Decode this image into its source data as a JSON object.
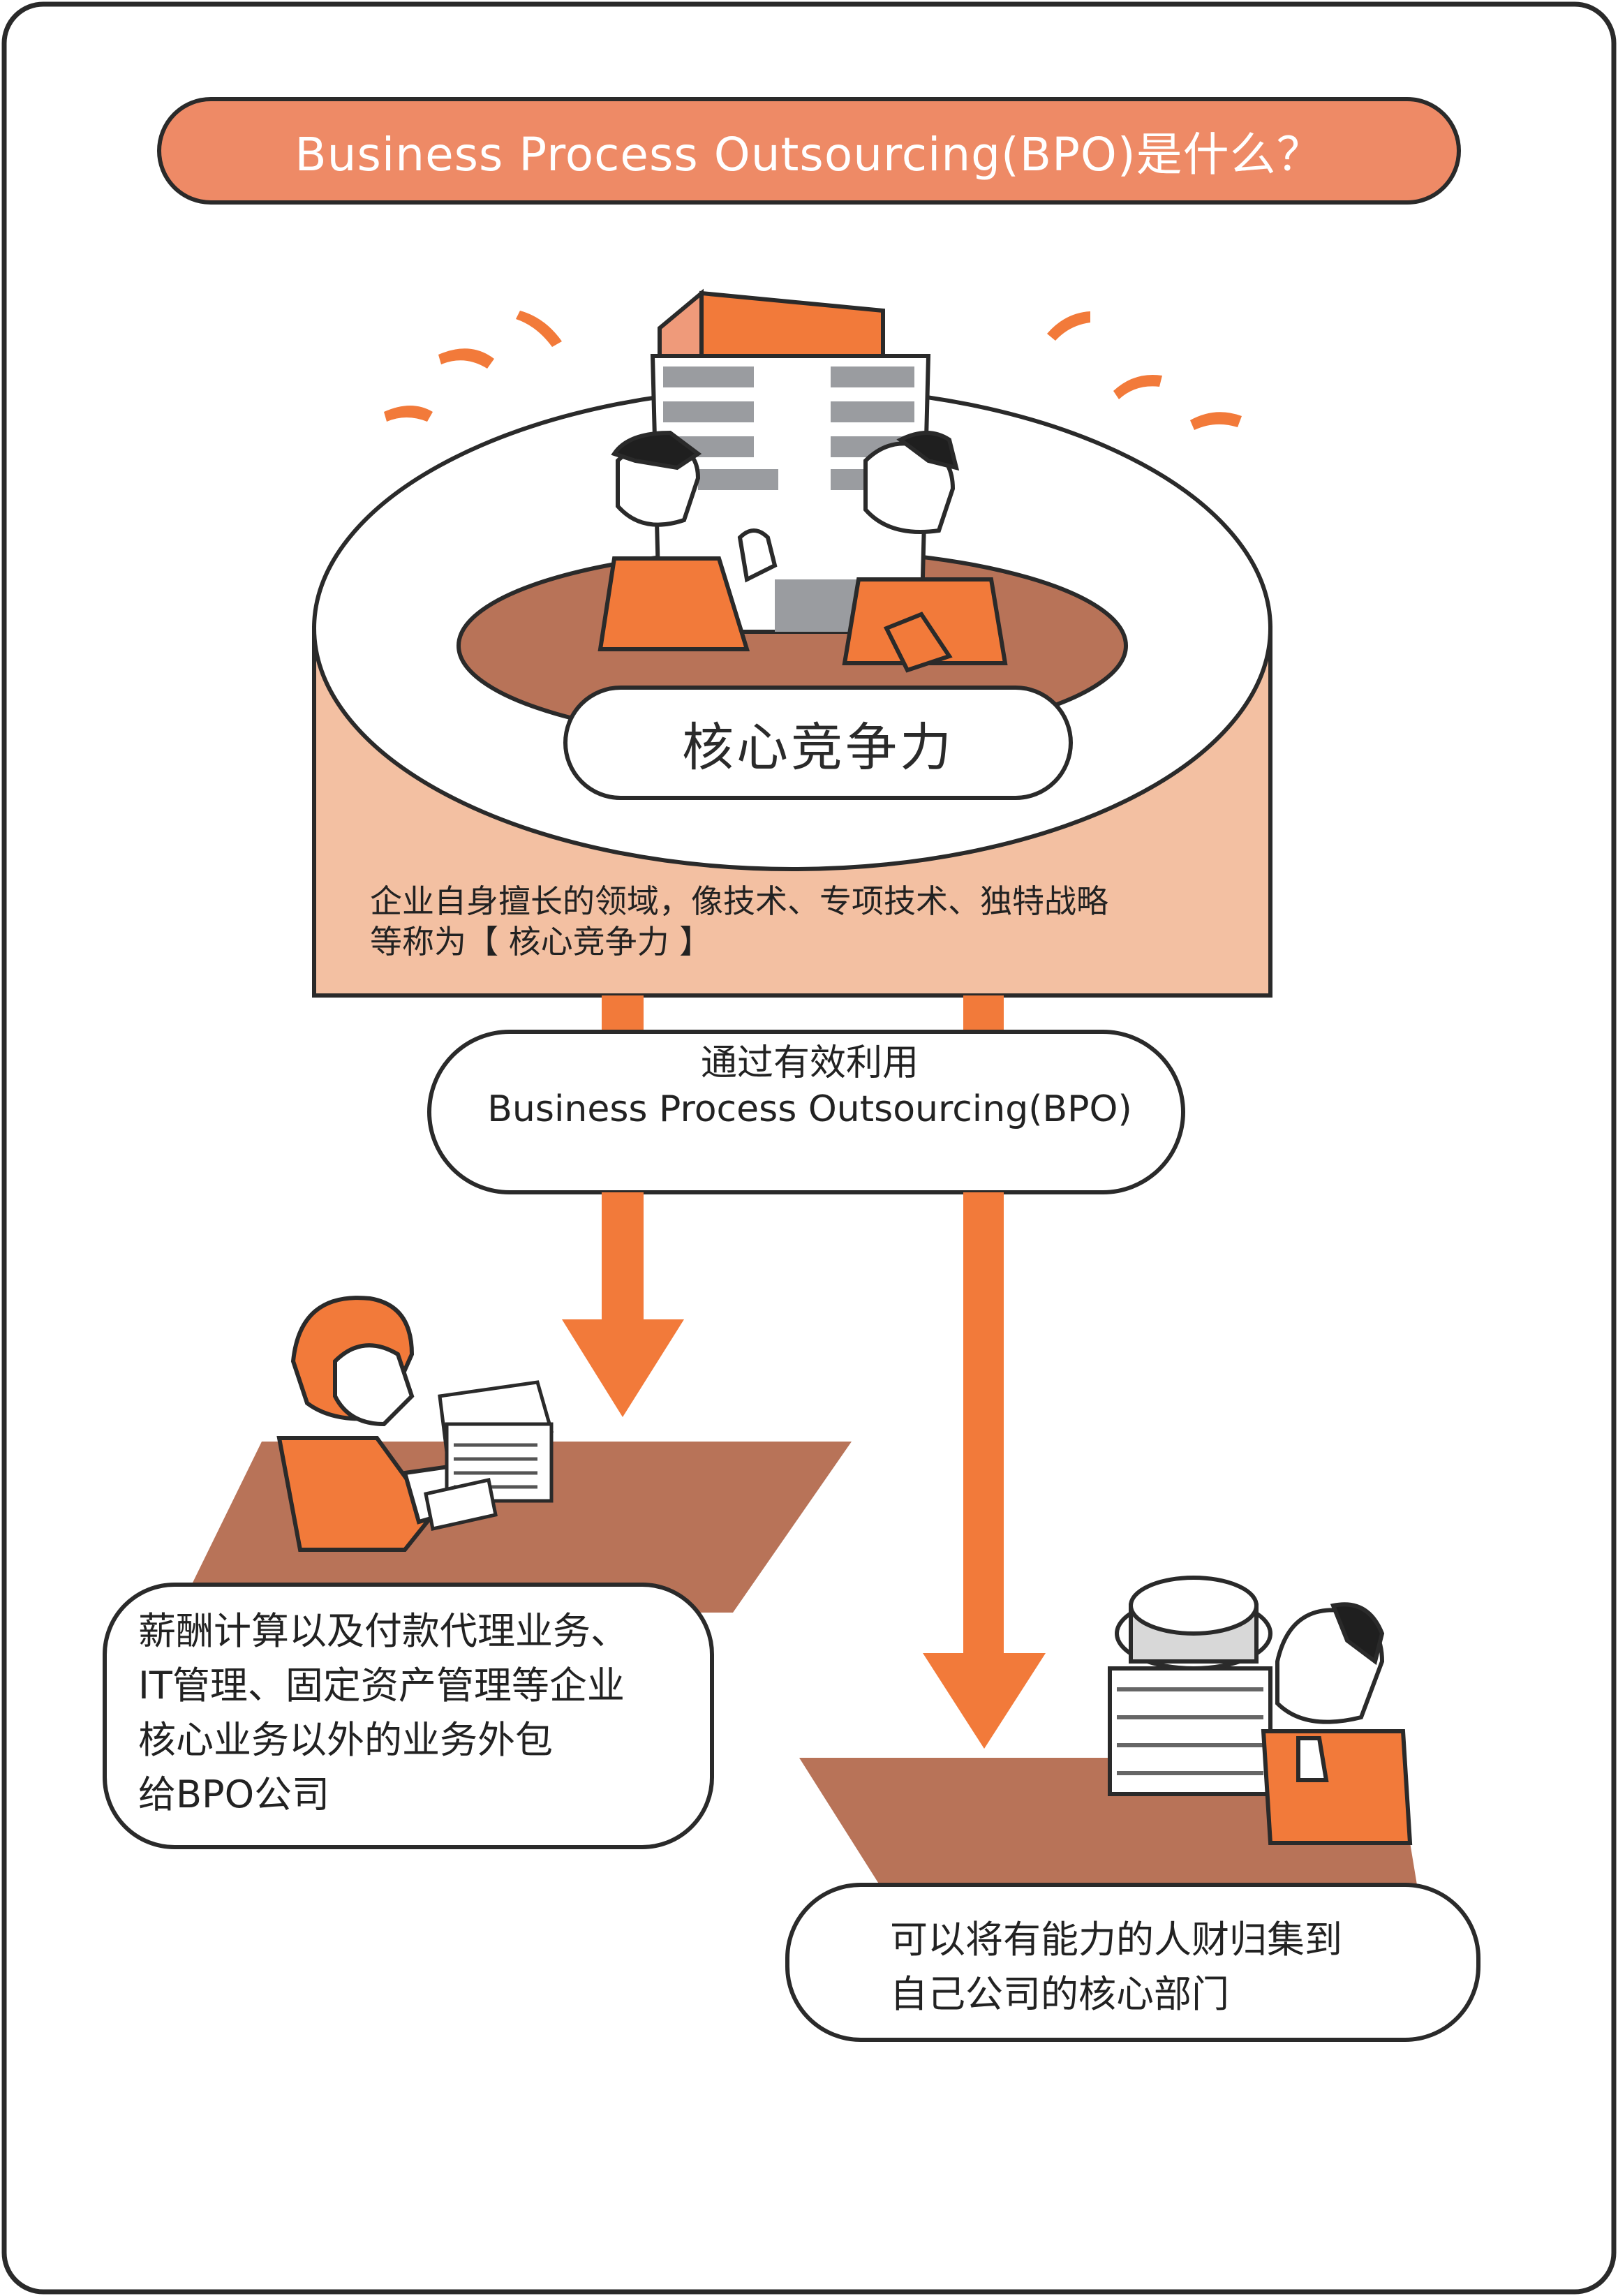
{
  "title": "Business Process Outsourcing(BPO)是什么？",
  "core": {
    "label": "核心竞争力",
    "description_line1": "企业自身擅长的领域，像技术、专项技术、独特战略",
    "description_line2": "等称为【 核心竞争力 】"
  },
  "via": {
    "line1": "通过有效利用",
    "line2": "Business Process Outsourcing(BPO)"
  },
  "left_note": {
    "line1": "薪酬计算以及付款代理业务、",
    "line2": "IT管理、固定资产管理等企业",
    "line3": "核心业务以外的业务外包",
    "line4": "给BPO公司"
  },
  "right_note": {
    "line1": "可以将有能力的人财归集到",
    "line2": "自己公司的核心部门"
  },
  "colors": {
    "accent_orange": "#f27a3a",
    "title_fill": "#ee8a66",
    "peach": "#f3c0a2",
    "brown": "#b87358",
    "outline": "#2a2a2a"
  },
  "icons": [
    "office-building",
    "businessman",
    "document-stack",
    "coin-stack"
  ]
}
